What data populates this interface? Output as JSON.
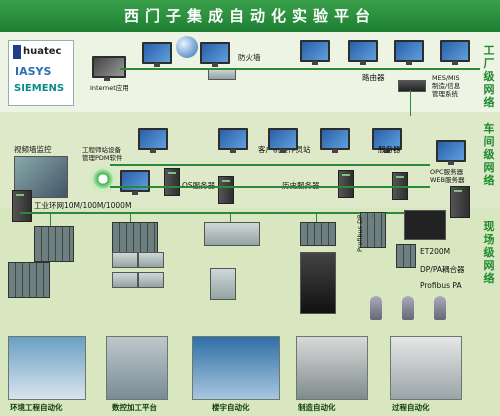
{
  "title": "西门子集成自动化实验平台",
  "tiers": {
    "factory": "工厂级网络",
    "workshop": "车间级网络",
    "field": "现场级网络"
  },
  "logo": {
    "brand1": "huatec",
    "brand2": "IASYS",
    "brand3": "SIEMENS"
  },
  "labels": {
    "internet_app": "Internet应用",
    "firewall": "防火墙",
    "router": "路由器",
    "mes_mis": "MES/MIS",
    "mes_line2": "制造/信息",
    "mes_line3": "管理系统",
    "video_wall": "视频墙监控",
    "eng_station": "工程师站设备",
    "pdm_software": "管理PDM软件",
    "client_stations": "客户机操作员站",
    "server": "服务器",
    "opc_server": "OPC服务器",
    "web_server": "WEB服务器",
    "os_server": "OS服务器",
    "history_server": "历史服务器",
    "industrial_ring": "工业环网10M/100M/1000M",
    "et200m": "ET200M",
    "dp_pa_coupler": "DP/PA耦合器",
    "profibus_pa": "Profibus PA",
    "profibus_dp": "Profibus DP"
  },
  "apps": [
    "环境工程自动化",
    "数控加工平台",
    "楼宇自动化",
    "制造自动化",
    "过程自动化"
  ],
  "colors": {
    "accent": "#1e8a2e",
    "network": "#2b8a3a",
    "screen": "#3b7bc8"
  }
}
